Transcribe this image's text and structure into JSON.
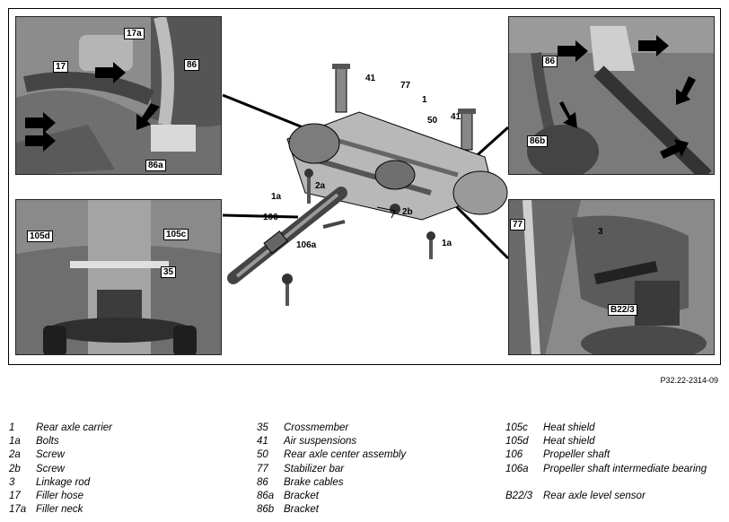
{
  "figure_ref": "P32.22-2314-09",
  "callouts": {
    "tl_17a": "17a",
    "tl_17": "17",
    "tl_86": "86",
    "tl_86a": "86a",
    "tr_86": "86",
    "tr_86b": "86b",
    "bl_105d": "105d",
    "bl_105c": "105c",
    "bl_35": "35",
    "br_77": "77",
    "br_3": "3",
    "br_B22": "B22/3",
    "c_41a": "41",
    "c_77": "77",
    "c_1": "1",
    "c_50": "50",
    "c_41b": "41",
    "c_1a": "1a",
    "c_2a": "2a",
    "c_2b": "2b",
    "c_106": "106",
    "c_106a": "106a",
    "c_1a2": "1a"
  },
  "legend_col1": [
    {
      "key": "1",
      "label": "Rear axle carrier"
    },
    {
      "key": "1a",
      "label": "Bolts"
    },
    {
      "key": "2a",
      "label": "Screw"
    },
    {
      "key": "2b",
      "label": "Screw"
    },
    {
      "key": "3",
      "label": "Linkage rod"
    },
    {
      "key": "17",
      "label": "Filler hose"
    },
    {
      "key": "17a",
      "label": "Filler neck"
    }
  ],
  "legend_col2": [
    {
      "key": "35",
      "label": "Crossmember"
    },
    {
      "key": "41",
      "label": "Air suspensions"
    },
    {
      "key": "50",
      "label": "Rear axle center assembly"
    },
    {
      "key": "77",
      "label": "Stabilizer bar"
    },
    {
      "key": "86",
      "label": "Brake cables"
    },
    {
      "key": "86a",
      "label": "Bracket"
    },
    {
      "key": "86b",
      "label": "Bracket"
    }
  ],
  "legend_col3": [
    {
      "key": "105c",
      "label": "Heat shield"
    },
    {
      "key": "105d",
      "label": "Heat shield"
    },
    {
      "key": "106",
      "label": "Propeller shaft"
    },
    {
      "key": "106a",
      "label": "Propeller shaft intermediate bearing"
    }
  ],
  "legend_col3b": [
    {
      "key": "B22/3",
      "label": "Rear axle level sensor"
    }
  ]
}
